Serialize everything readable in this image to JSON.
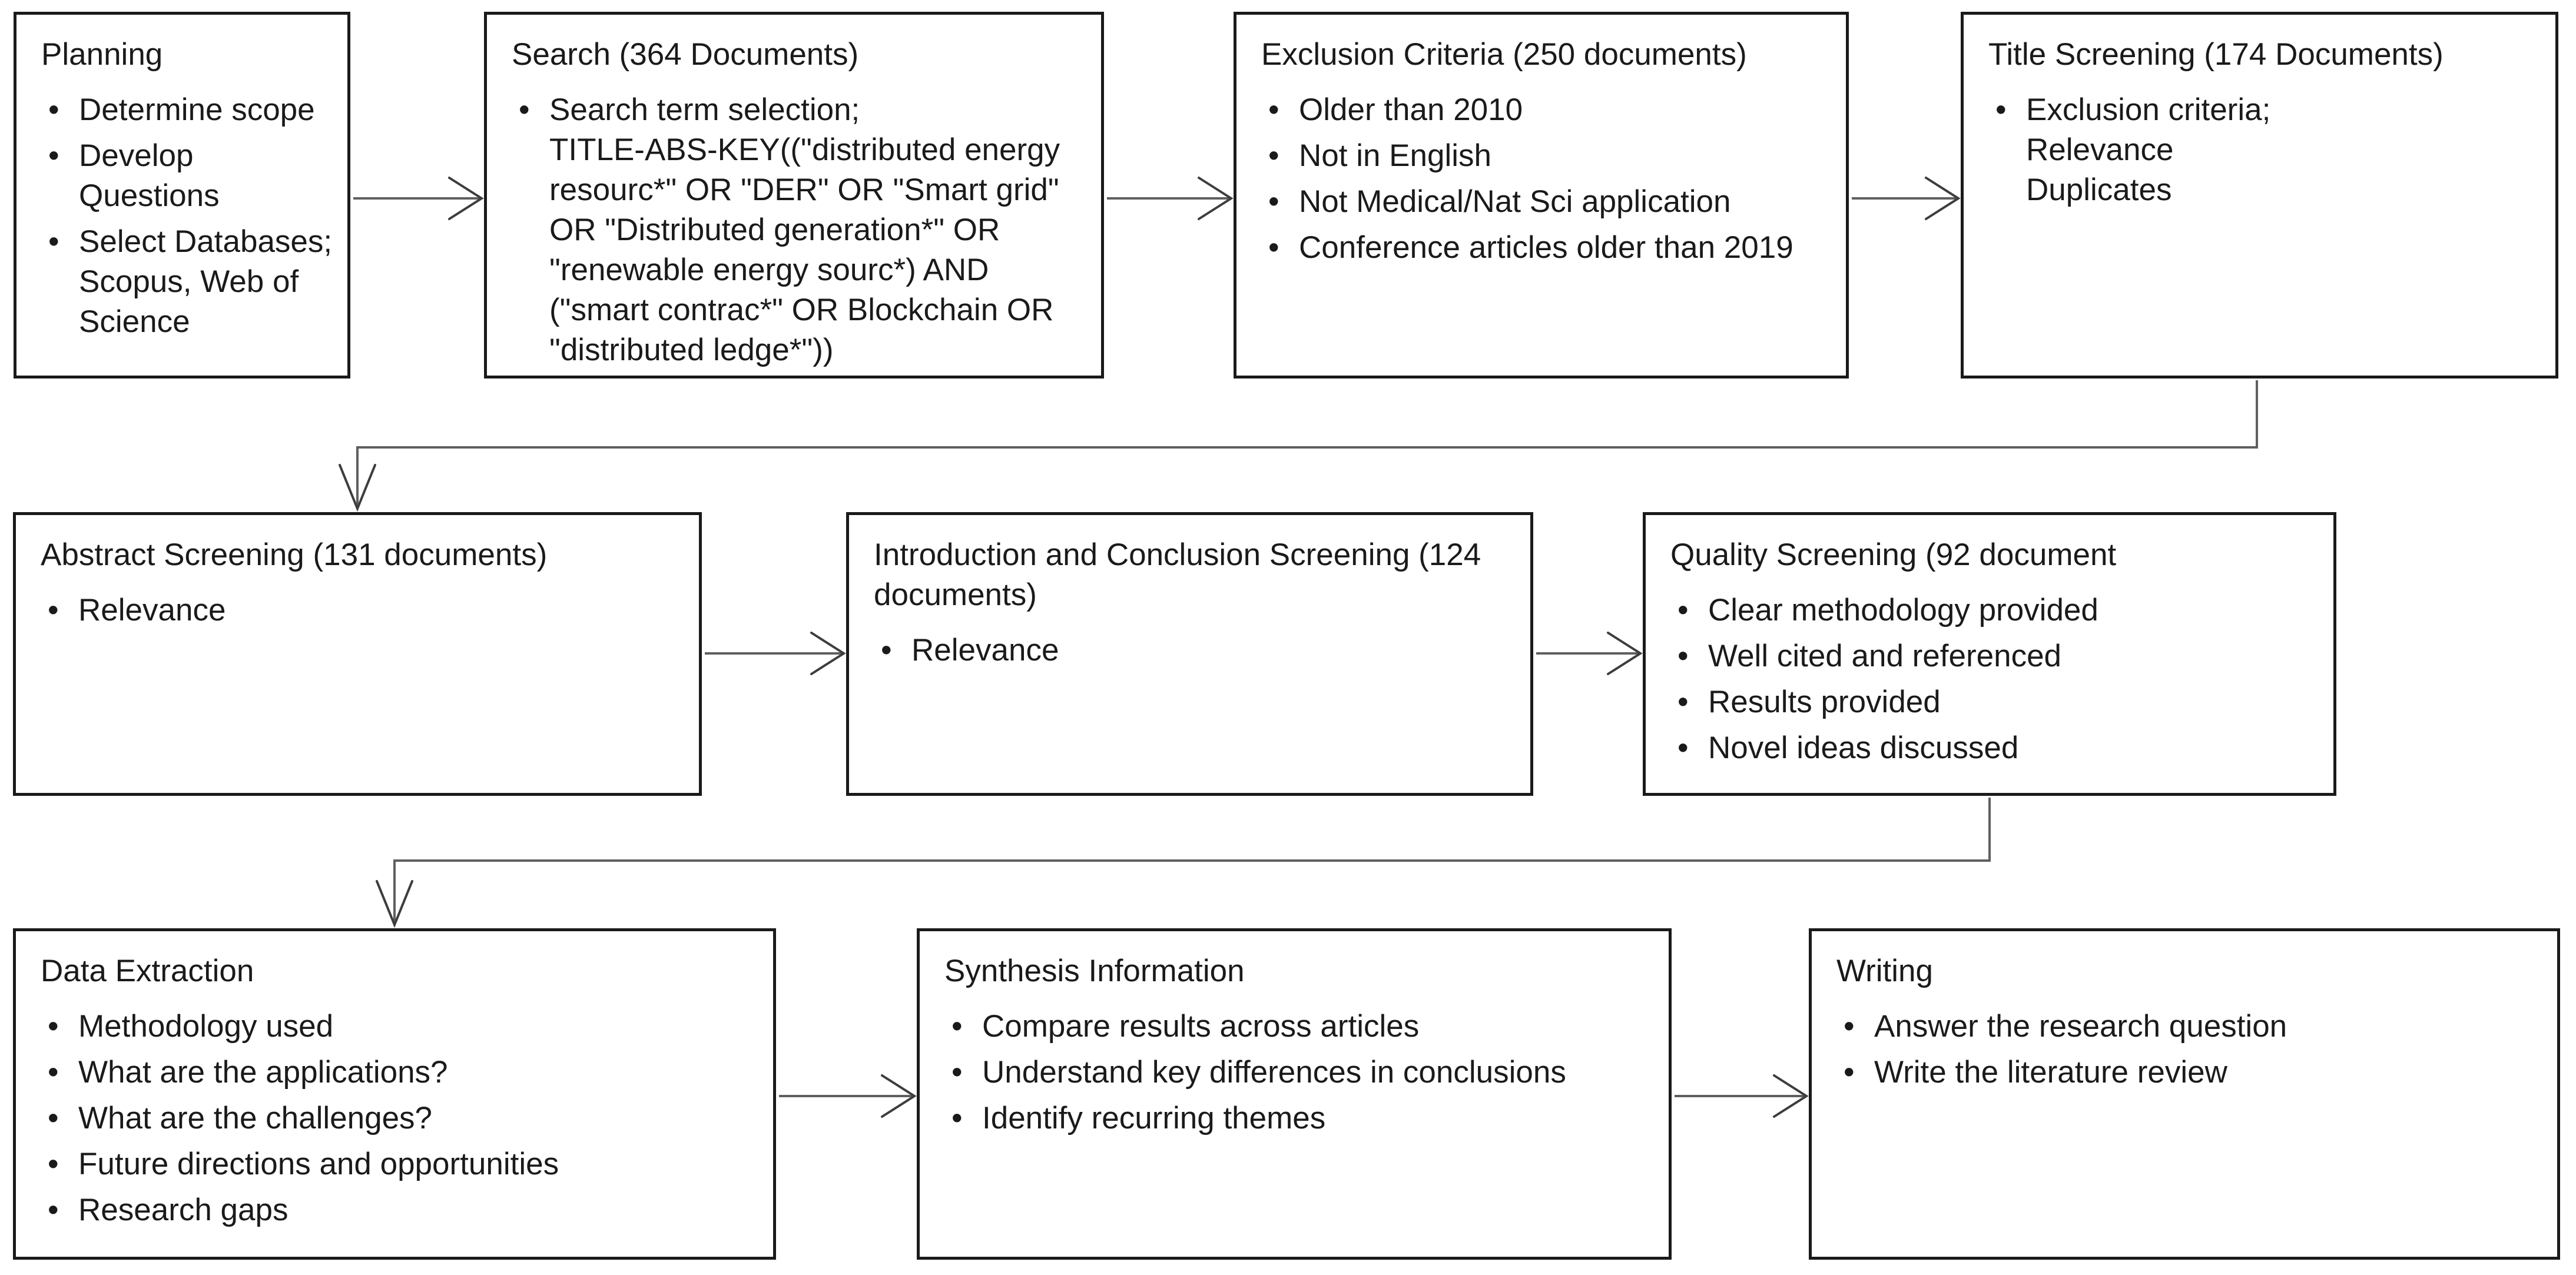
{
  "colors": {
    "background": "#ffffff",
    "box_border": "#1a1a1a",
    "text": "#1a1a1a",
    "connector_line": "#5f5f5f",
    "arrowhead": "#3d3d3d"
  },
  "boxes": [
    {
      "id": "planning",
      "title": "Planning",
      "bullets": [
        "Determine scope",
        "Develop Questions",
        "Select Databases; Scopus, Web of Science"
      ]
    },
    {
      "id": "search",
      "title": "Search (364 Documents)",
      "bullets": [
        "Search term selection;\nTITLE-ABS-KEY((\"distributed energy resourc*\" OR \"DER\" OR \"Smart grid\" OR \"Distributed generation*\" OR \"renewable energy sourc*) AND (\"smart contrac*\" OR Blockchain OR \"distributed ledge*\"))"
      ]
    },
    {
      "id": "exclusion-criteria",
      "title": "Exclusion Criteria (250 documents)",
      "bullets": [
        "Older than 2010",
        "Not in English",
        "Not Medical/Nat Sci application",
        "Conference articles older than 2019"
      ]
    },
    {
      "id": "title-screening",
      "title": "Title Screening (174 Documents)",
      "bullets": [
        "Exclusion criteria;\nRelevance\nDuplicates"
      ]
    },
    {
      "id": "abstract-screening",
      "title": "Abstract Screening (131 documents)",
      "bullets": [
        "Relevance"
      ]
    },
    {
      "id": "introduction-conclusion-screening",
      "title": "Introduction and Conclusion Screening (124 documents)",
      "bullets": [
        "Relevance"
      ]
    },
    {
      "id": "quality-screening",
      "title": "Quality Screening (92 document",
      "bullets": [
        "Clear methodology provided",
        "Well cited and referenced",
        "Results provided",
        "Novel ideas discussed"
      ]
    },
    {
      "id": "data-extraction",
      "title": "Data Extraction",
      "bullets": [
        "Methodology used",
        "What are the applications?",
        "What are the challenges?",
        "Future directions and opportunities",
        "Research gaps"
      ]
    },
    {
      "id": "synthesis-information",
      "title": "Synthesis Information",
      "bullets": [
        "Compare results across articles",
        "Understand key differences in conclusions",
        "Identify recurring themes"
      ]
    },
    {
      "id": "writing",
      "title": "Writing",
      "bullets": [
        "Answer the research question",
        "Write the literature review"
      ]
    }
  ]
}
